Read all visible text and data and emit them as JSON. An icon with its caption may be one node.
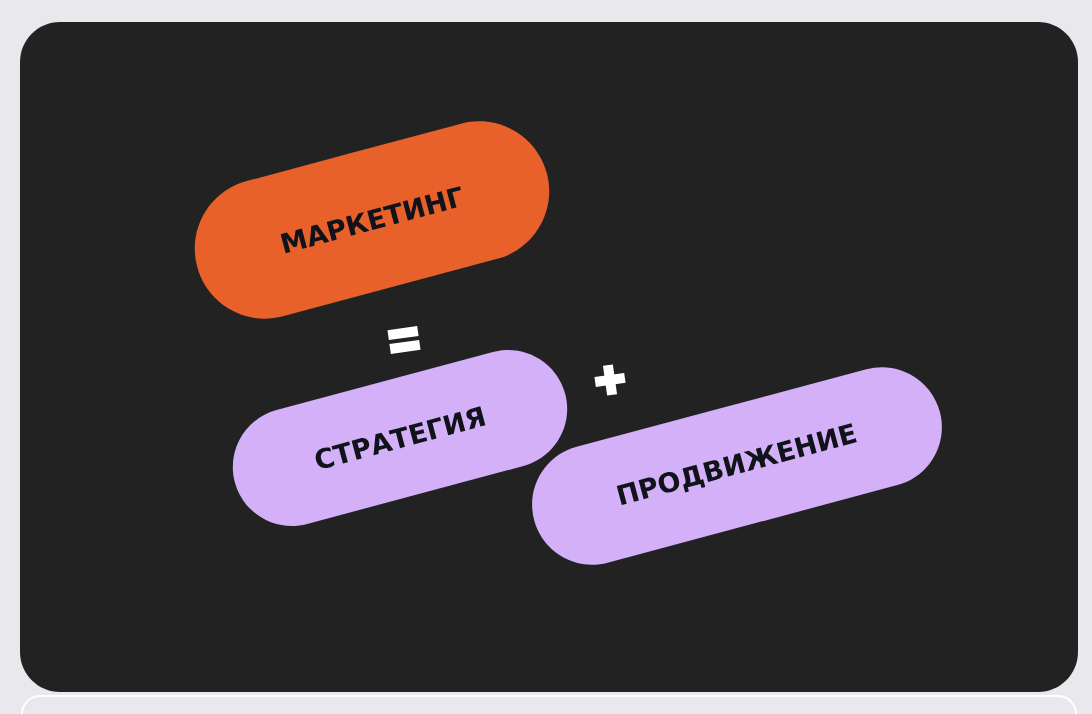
{
  "diagram": {
    "nodes": [
      {
        "text": [
          "МАРКЕТИНГ"
        ]
      },
      {
        "text": [
          "СТРАТЕГИЯ"
        ]
      },
      {
        "text": [
          "ПРОДВИЖЕНИЕ"
        ]
      }
    ]
  }
}
